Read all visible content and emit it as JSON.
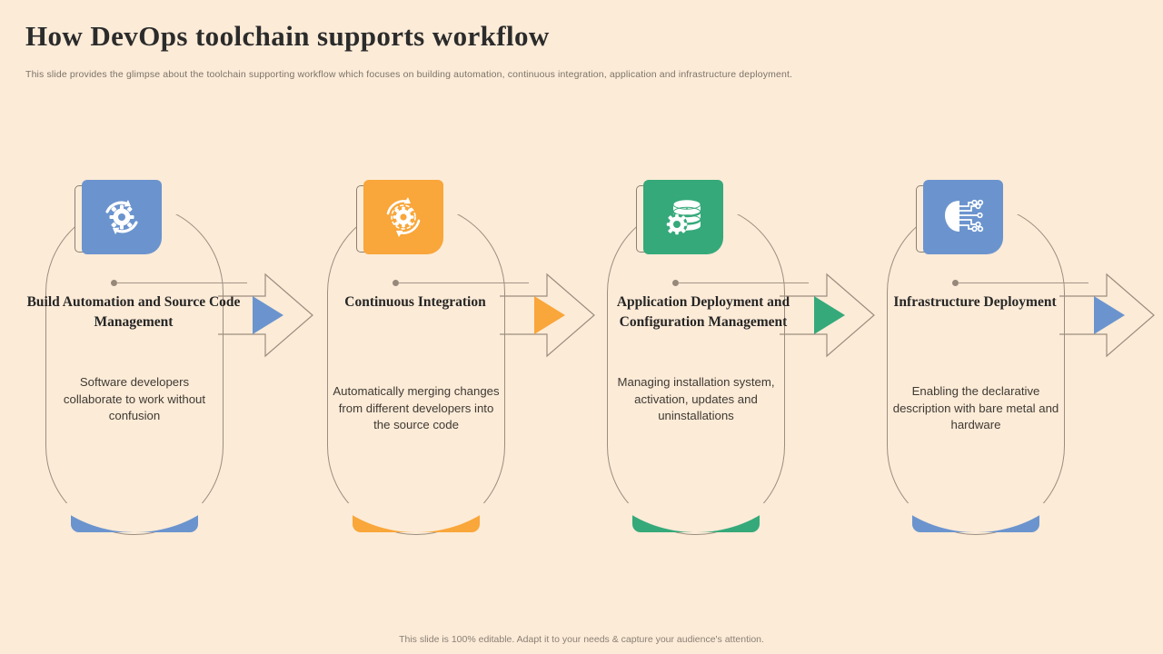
{
  "slide": {
    "title": "How DevOps toolchain supports workflow",
    "subtitle": "This slide provides the glimpse about the toolchain supporting workflow which focuses on building automation,  continuous integration, application and infrastructure deployment.",
    "footer": "This slide is 100% editable. Adapt it to your needs & capture your audience's attention.",
    "background_color": "#FCEBD7",
    "outline_color": "#9B8D7E"
  },
  "steps": [
    {
      "title": "Build Automation and Source Code Management",
      "description": "Software developers collaborate to work without confusion",
      "color": "#6B94CE",
      "icon": "gear-refresh-icon"
    },
    {
      "title": "Continuous Integration",
      "description": "Automatically merging changes from different developers into the source code",
      "color": "#F9A63A",
      "icon": "gear-sync-icon"
    },
    {
      "title": "Application Deployment and Configuration Management",
      "description": "Managing installation system,  activation, updates and uninstallations",
      "color": "#35A97A",
      "icon": "database-gear-icon"
    },
    {
      "title": "Infrastructure Deployment",
      "description": "Enabling the declarative description with bare metal and hardware",
      "color": "#6B94CE",
      "icon": "brain-circuit-icon"
    }
  ]
}
